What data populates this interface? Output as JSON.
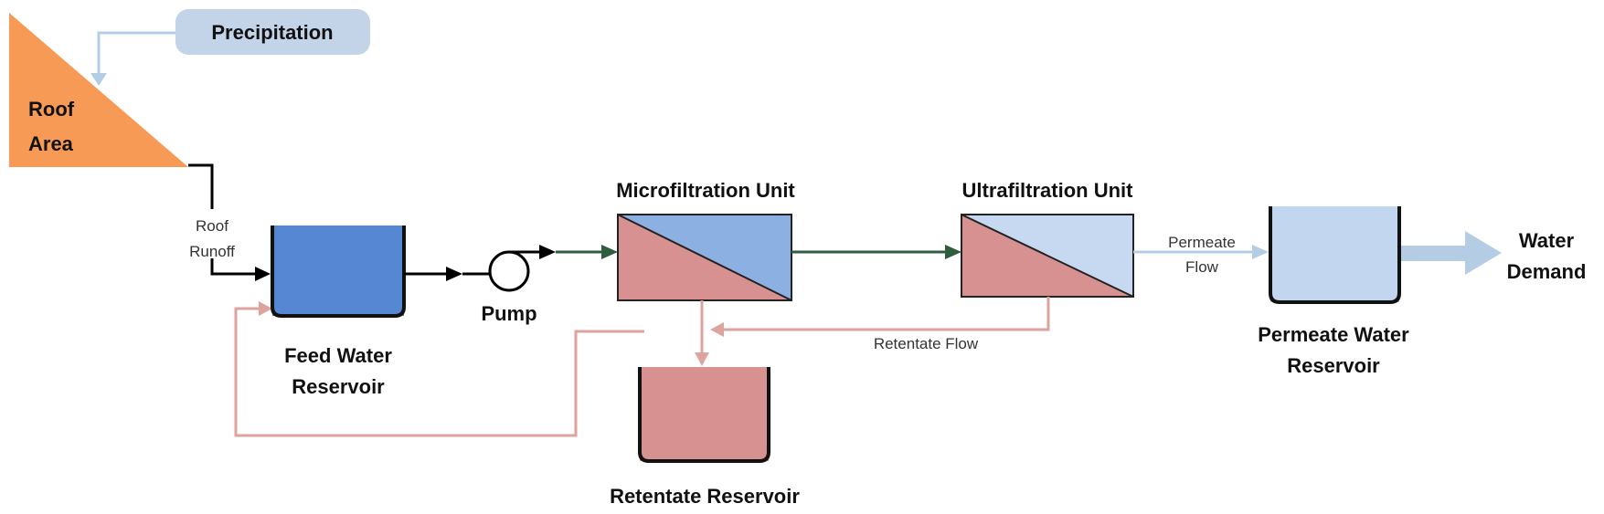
{
  "labels": {
    "precipitation": "Precipitation",
    "roof_area_line1": "Roof",
    "roof_area_line2": "Area",
    "roof_runoff_line1": "Roof",
    "roof_runoff_line2": "Runoff",
    "feed_water_line1": "Feed Water",
    "feed_water_line2": "Reservoir",
    "pump": "Pump",
    "microfiltration": "Microfiltration Unit",
    "ultrafiltration": "Ultrafiltration Unit",
    "retentate_reservoir": "Retentate Reservoir",
    "retentate_flow": "Retentate Flow",
    "permeate_flow_line1": "Permeate",
    "permeate_flow_line2": "Flow",
    "permeate_reservoir_line1": "Permeate Water",
    "permeate_reservoir_line2": "Reservoir",
    "water_demand_line1": "Water",
    "water_demand_line2": "Demand"
  },
  "colors": {
    "roof": "#F79A55",
    "precipitation_box": "#C3D4E9",
    "feed_water": "#5587D3",
    "retentate": "#D89191",
    "membrane_blue": "#8DB0E3",
    "membrane_light": "#C7D9F0",
    "permeate_water": "#C3D6EF",
    "black_flow": "#000000",
    "green_flow": "#2E5E3E",
    "retentate_line": "#DDA39F",
    "permeate_line": "#B5CCE5"
  }
}
